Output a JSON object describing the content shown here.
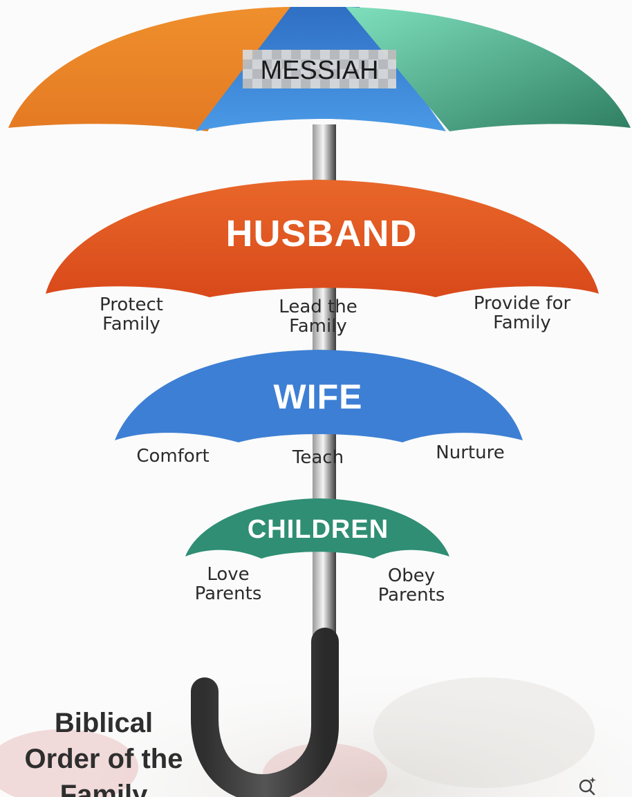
{
  "tiers": {
    "messiah": {
      "title": "MESSIAH"
    },
    "husband": {
      "title": "HUSBAND",
      "duties": [
        "Protect\nFamily",
        "Lead the\nFamily",
        "Provide for\nFamily"
      ]
    },
    "wife": {
      "title": "WIFE",
      "duties": [
        "Comfort",
        "Teach",
        "Nurture"
      ]
    },
    "children": {
      "title": "CHILDREN",
      "duties": [
        "Love\nParents",
        "Obey\nParents"
      ]
    }
  },
  "caption": "Biblical\nOrder of the\nFamily",
  "colors": {
    "orange": "#e8852a",
    "blue": "#3f86d8",
    "teal": "#3a9a7c",
    "husband": "#e3561f",
    "wife": "#3d7fd4",
    "children": "#2f8e74",
    "handle": "#3a3a3a"
  },
  "icons": {
    "corner": "visual-search-icon"
  }
}
